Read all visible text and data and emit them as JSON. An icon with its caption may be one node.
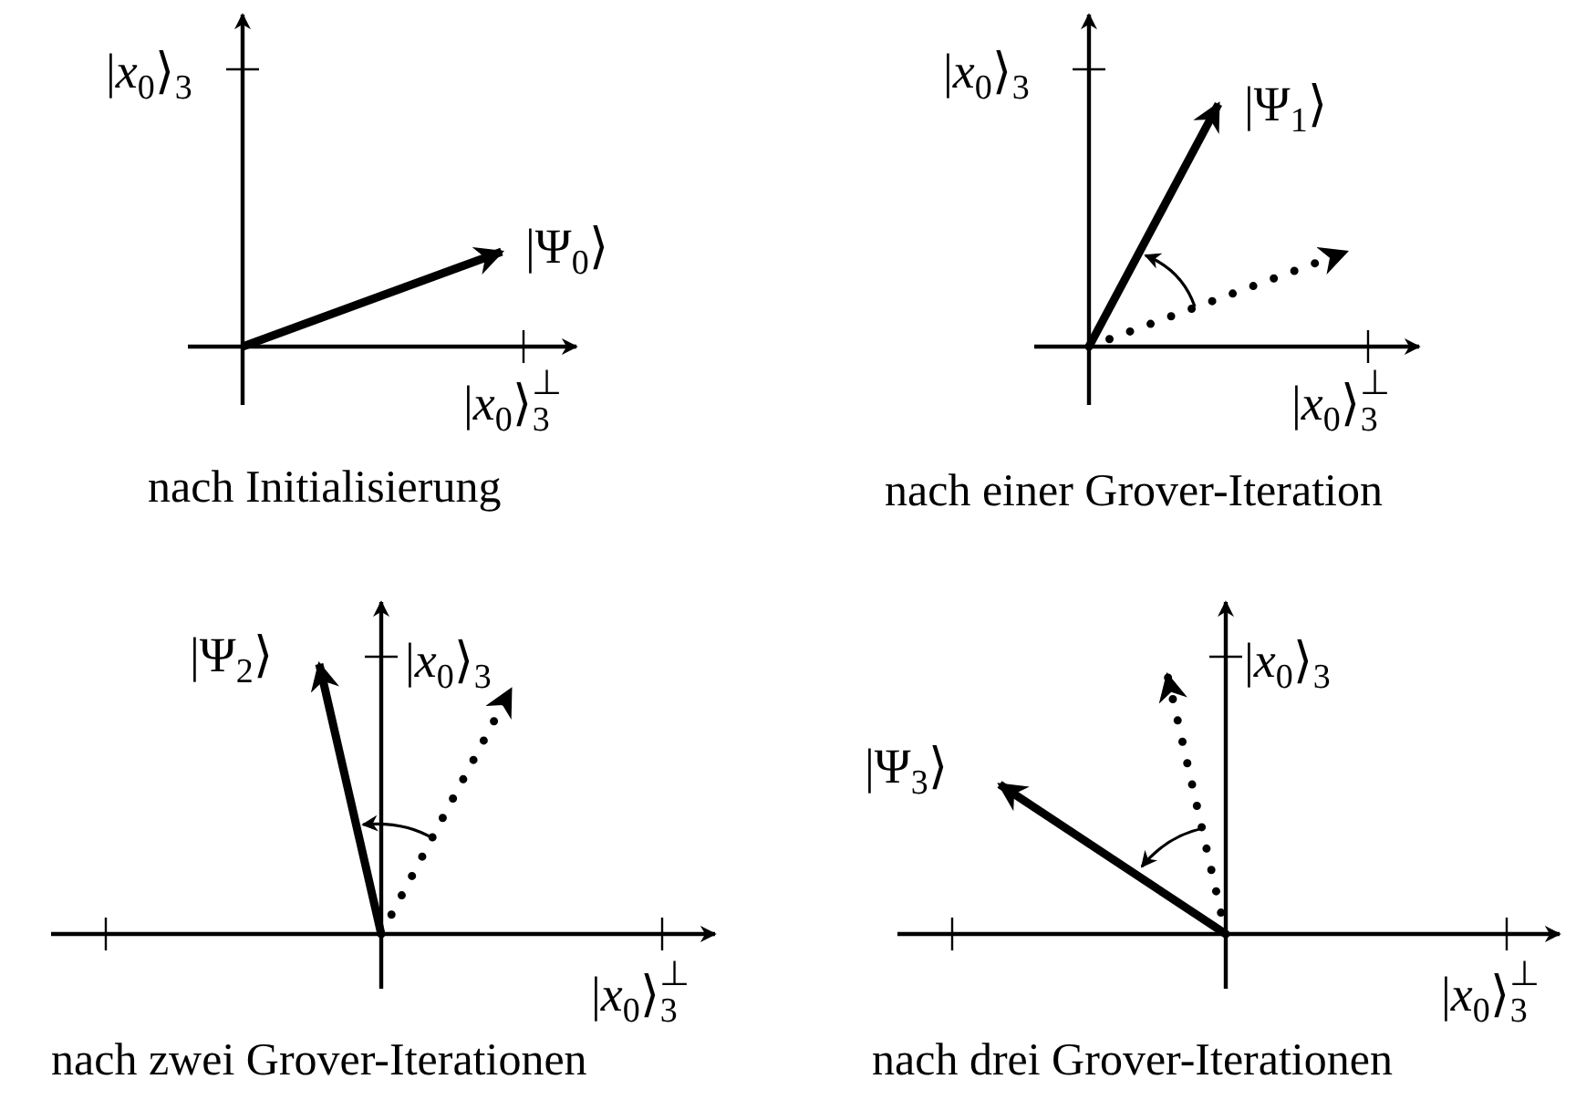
{
  "diagram": {
    "labels": [
      "|*x*$_{0}$⟩$_{3}$",
      "|Ψ$_{0}$⟩",
      "|*x*$_{0}$⟩$_{3}$$^{⊥}$",
      "nach Initialisierung",
      "|*x*$_{0}$⟩$_{3}$",
      "|Ψ$_{1}$⟩",
      "|*x*$_{0}$⟩$_{3}$$^{⊥}$",
      "nach einer Grover-Iteration",
      "|Ψ$_{2}$⟩",
      "|*x*$_{0}$⟩$_{3}$",
      "|*x*$_{0}$⟩$_{3}$$^{⊥}$",
      "nach zwei Grover-Iterationen",
      "|Ψ$_{3}$⟩",
      "|*x*$_{0}$⟩$_{3}$",
      "|*x*$_{0}$⟩$_{3}$$^{⊥}$",
      "nach drei Grover-Iterationen"
    ]
  }
}
